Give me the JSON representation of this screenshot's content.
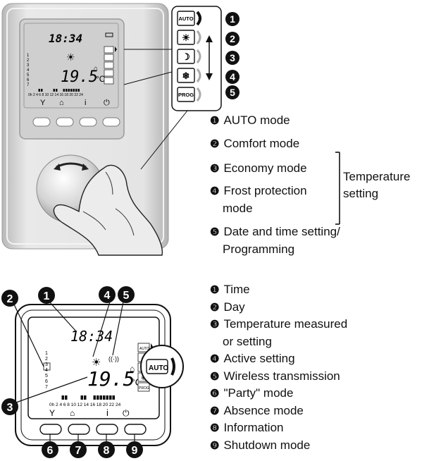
{
  "top": {
    "lcd_time": "18:34",
    "lcd_temp": "19.5",
    "lcd_unit": "°C",
    "day_numbers": [
      "1",
      "2",
      "3",
      "4",
      "5",
      "6",
      "7"
    ],
    "hours_axis": "0h 2 4 6 8 10 12 14 16 18 20 22 24",
    "side_buttons": [
      "AUTO",
      "☀",
      "☽",
      "❄",
      "PROG"
    ],
    "callouts": [
      "1",
      "2",
      "3",
      "4",
      "5"
    ],
    "legend": [
      {
        "num": "❶",
        "text": "AUTO mode"
      },
      {
        "num": "❷",
        "text": "Comfort mode"
      },
      {
        "num": "❸",
        "text": "Economy mode"
      },
      {
        "num": "❹",
        "text": "Frost protection"
      },
      {
        "num": "",
        "text": "mode"
      },
      {
        "num": "❺",
        "text": "Date and time setting/"
      },
      {
        "num": "",
        "text": "Programming"
      }
    ],
    "bracket_label": [
      "Temperature",
      "setting"
    ]
  },
  "bottom": {
    "lcd_time": "18:34",
    "lcd_temp": "19.5",
    "lcd_unit": "°C",
    "day_numbers": [
      "1",
      "2",
      "3",
      "4",
      "5",
      "6",
      "7"
    ],
    "hours_axis": "0h 2 4 6 8 10 12 14 16 18 20 22 24",
    "side_buttons": [
      "AUTO",
      "☀",
      "☽",
      "❄",
      "PROG"
    ],
    "zoom_label": "AUTO",
    "callouts": [
      "1",
      "2",
      "3",
      "4",
      "5",
      "6",
      "7",
      "8",
      "9"
    ],
    "legend": [
      {
        "num": "❶",
        "text": "Time"
      },
      {
        "num": "❷",
        "text": "Day"
      },
      {
        "num": "❸",
        "text": "Temperature measured"
      },
      {
        "num": "",
        "text": "or setting"
      },
      {
        "num": "❹",
        "text": "Active setting"
      },
      {
        "num": "❺",
        "text": "Wireless transmission"
      },
      {
        "num": "❻",
        "text": "\"Party\" mode"
      },
      {
        "num": "❼",
        "text": "Absence mode"
      },
      {
        "num": "❽",
        "text": "Information"
      },
      {
        "num": "❾",
        "text": "Shutdown mode"
      }
    ]
  },
  "colors": {
    "line": "#111111",
    "device": "#d8d8d8",
    "screen": "#c9c9c9"
  }
}
